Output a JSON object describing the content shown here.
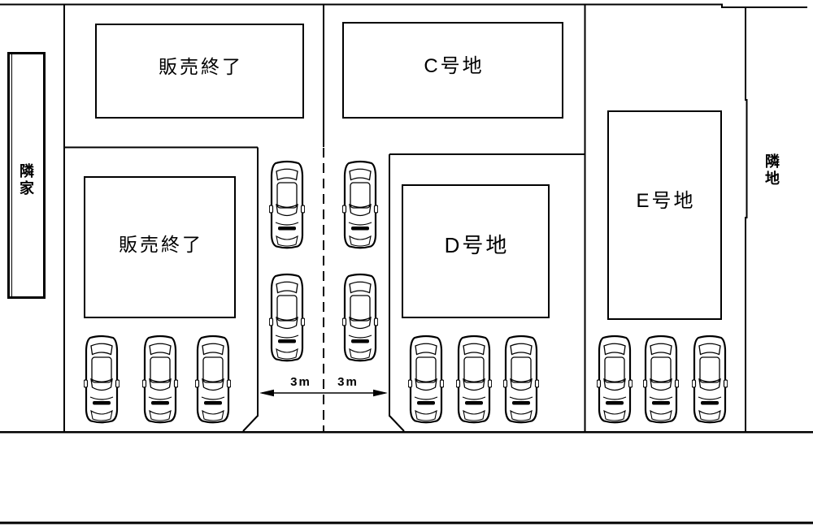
{
  "plan": {
    "background": "#ffffff",
    "line_color": "#000000",
    "neighbor_left": "隣家",
    "neighbor_right": "隣地",
    "lots": {
      "sold_top": {
        "label": "販売終了"
      },
      "sold_bottom": {
        "label": "販売終了"
      },
      "c": {
        "label": "C号地"
      },
      "d": {
        "label": "D号地"
      },
      "e": {
        "label": "E号地"
      }
    },
    "driveway": {
      "left_width": "3m",
      "right_width": "3m"
    },
    "car_count": 13
  }
}
